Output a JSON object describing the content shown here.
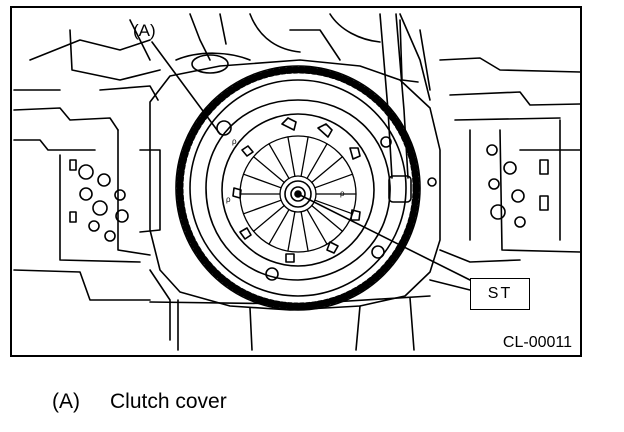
{
  "figure": {
    "code": "CL-00011",
    "callout_a": "(A)",
    "tool_label": "ST"
  },
  "legend": {
    "key": "(A)",
    "text": "Clutch cover"
  }
}
